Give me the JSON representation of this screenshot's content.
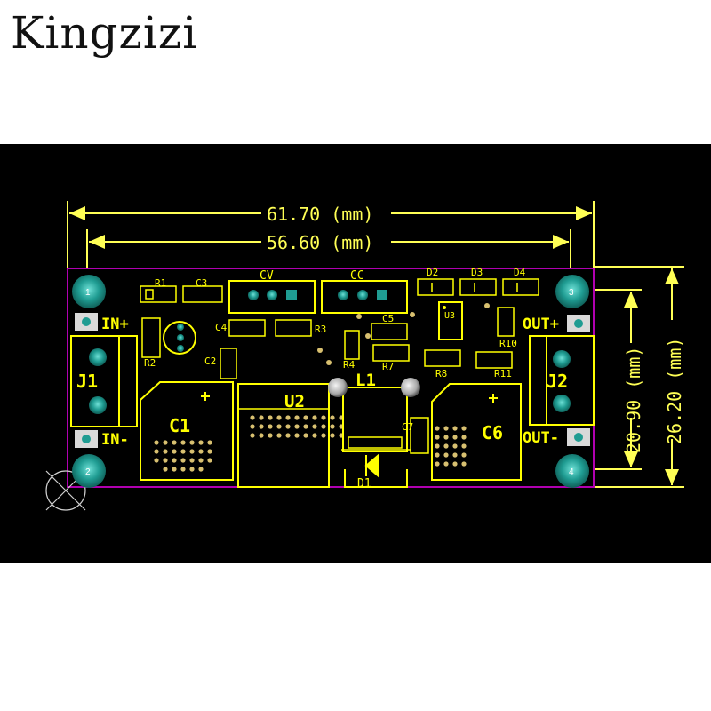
{
  "brand": "Kingzizi",
  "dimensions": {
    "outer_width": "61.70 (mm)",
    "hole_width": "56.60 (mm)",
    "hole_height": "20.90 (mm)",
    "outer_height": "26.20 (mm)"
  },
  "terminals": {
    "in_plus": "IN+",
    "in_minus": "IN-",
    "out_plus": "OUT+",
    "out_minus": "OUT-"
  },
  "mount_holes": [
    "1",
    "2",
    "3",
    "4"
  ],
  "labels": {
    "j1": "J1",
    "j2": "J2",
    "c1": "C1",
    "c6": "C6",
    "u2": "U2",
    "l1": "L1",
    "d1": "D1",
    "u3": "U3",
    "cv": "CV",
    "cc": "CC",
    "r1": "R1",
    "c3": "C3",
    "r2": "R2",
    "c4": "C4",
    "c2": "C2",
    "r3": "R3",
    "r4": "R4",
    "c5": "C5",
    "r7": "R7",
    "c7": "C7",
    "d2": "D2",
    "d3": "D3",
    "d4": "D4",
    "r8": "R8",
    "r10": "R10",
    "r11": "R11"
  },
  "colors": {
    "background": "#000000",
    "dimension_lines": "#ffff55",
    "silkscreen": "#ffff00",
    "board_outline": "#b000b0",
    "pads": "#1f8f86"
  }
}
